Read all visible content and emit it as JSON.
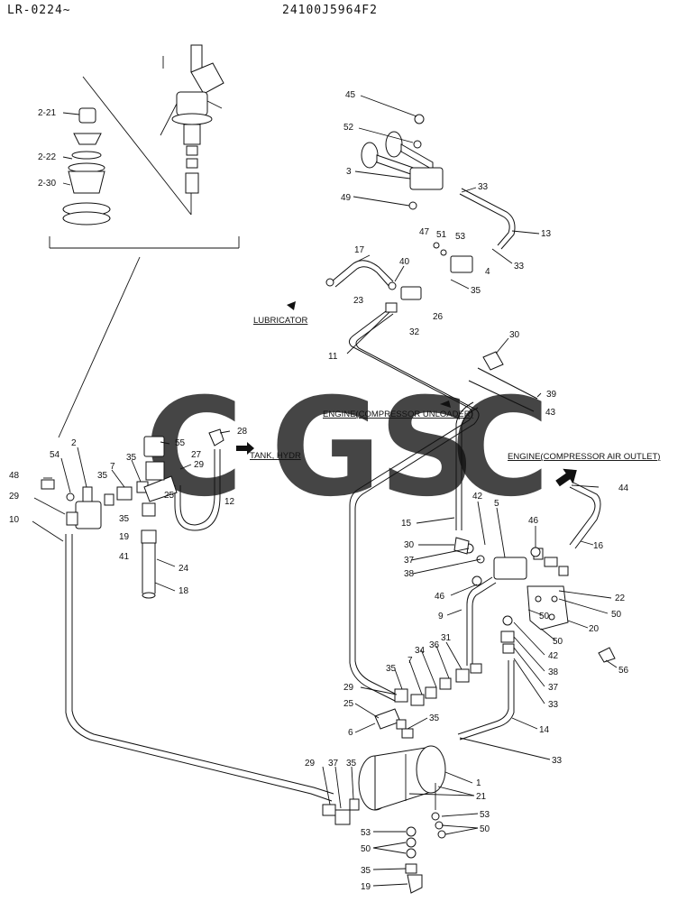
{
  "header": {
    "left": "LR-0224~",
    "right": "24100J5964F2"
  },
  "notes": {
    "lubricator": "LUBRICATOR",
    "tank_hydr": "TANK, HYDR",
    "engine_unloader": "ENGINE(COMPRESSOR UNLOADER)",
    "engine_outlet": "ENGINE(COMPRESSOR AIR OUTLET)"
  },
  "watermark": {
    "letters": [
      "C",
      "G",
      "S",
      "C"
    ],
    "colors": [
      "#4a8ef0",
      "#ee6a5f",
      "#f7c62b",
      "#3aa66e"
    ]
  },
  "labels": {
    "l_2_21": "2-21",
    "l_2_22": "2-22",
    "l_2_30": "2-30",
    "l45": "45",
    "l52": "52",
    "l3": "3",
    "l49": "49",
    "l33a": "33",
    "l13": "13",
    "l47": "47",
    "l51": "51",
    "l53a": "53",
    "l4": "4",
    "l33b": "33",
    "l17": "17",
    "l40": "40",
    "l23": "23",
    "l35a": "35",
    "l26": "26",
    "l32": "32",
    "l11": "11",
    "l30a": "30",
    "l39": "39",
    "l43": "43",
    "l28": "28",
    "l55": "55",
    "l27": "27",
    "l29a": "29",
    "l12": "12",
    "l54": "54",
    "l2": "2",
    "l7a": "7",
    "l35b": "35",
    "l25a": "25",
    "l35c": "35",
    "l19a": "19",
    "l41": "41",
    "l24": "24",
    "l18": "18",
    "l48": "48",
    "l29b": "29",
    "l10": "10",
    "l44": "44",
    "l15": "15",
    "l42a": "42",
    "l5": "5",
    "l46a": "46",
    "l16": "16",
    "l30b": "30",
    "l37a": "37",
    "l38a": "38",
    "l46b": "46",
    "l22": "22",
    "l50a": "50",
    "l20": "20",
    "l50b": "50",
    "l9": "9",
    "l42b": "42",
    "l38b": "38",
    "l37b": "37",
    "l33c": "33",
    "l56": "56",
    "l31": "31",
    "l36": "36",
    "l34": "34",
    "l7b": "7",
    "l35d": "35",
    "l29c": "29",
    "l25b": "25",
    "l6": "6",
    "l35e": "35",
    "l14": "14",
    "l33d": "33",
    "l29d": "29",
    "l37c": "37",
    "l35f": "35",
    "l1": "1",
    "l21": "21",
    "l53b": "53",
    "l50c": "50",
    "l53c": "53",
    "l50d": "50",
    "l35g": "35",
    "l19b": "19"
  }
}
